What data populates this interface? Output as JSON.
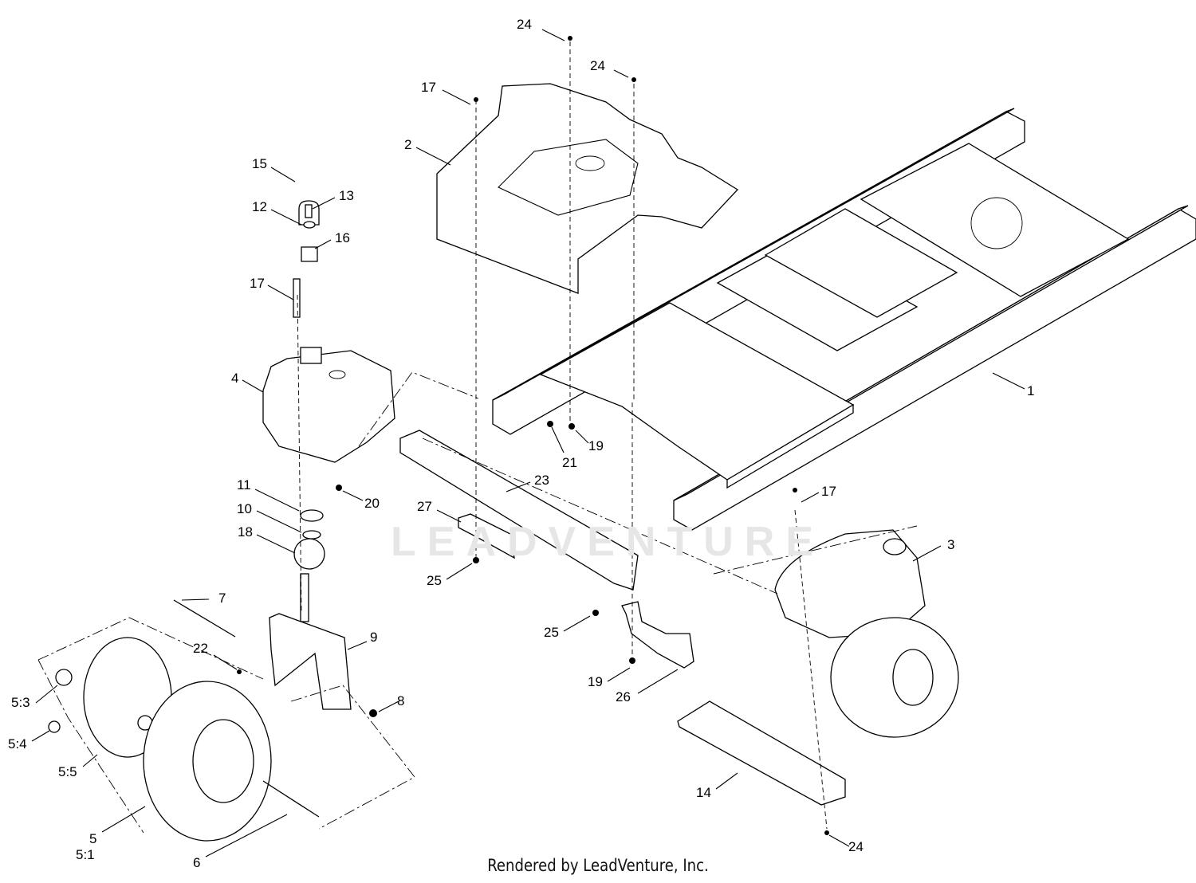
{
  "footer_text": "Rendered by LeadVenture, Inc.",
  "watermark_text": "LEADVENTURE",
  "callouts": [
    {
      "id": "c24a",
      "text": "24"
    },
    {
      "id": "c24b",
      "text": "24"
    },
    {
      "id": "c17a",
      "text": "17"
    },
    {
      "id": "c2",
      "text": "2"
    },
    {
      "id": "c15",
      "text": "15"
    },
    {
      "id": "c13",
      "text": "13"
    },
    {
      "id": "c12",
      "text": "12"
    },
    {
      "id": "c16",
      "text": "16"
    },
    {
      "id": "c17b",
      "text": "17"
    },
    {
      "id": "c4",
      "text": "4"
    },
    {
      "id": "c1",
      "text": "1"
    },
    {
      "id": "c21",
      "text": "21"
    },
    {
      "id": "c19a",
      "text": "19"
    },
    {
      "id": "c20",
      "text": "20"
    },
    {
      "id": "c11",
      "text": "11"
    },
    {
      "id": "c10",
      "text": "10"
    },
    {
      "id": "c18",
      "text": "18"
    },
    {
      "id": "c23",
      "text": "23"
    },
    {
      "id": "c27",
      "text": "27"
    },
    {
      "id": "c25a",
      "text": "25"
    },
    {
      "id": "c17c",
      "text": "17"
    },
    {
      "id": "c3",
      "text": "3"
    },
    {
      "id": "c7",
      "text": "7"
    },
    {
      "id": "c22",
      "text": "22"
    },
    {
      "id": "c9",
      "text": "9"
    },
    {
      "id": "c25b",
      "text": "25"
    },
    {
      "id": "c19b",
      "text": "19"
    },
    {
      "id": "c26",
      "text": "26"
    },
    {
      "id": "c8",
      "text": "8"
    },
    {
      "id": "c53",
      "text": "5:3"
    },
    {
      "id": "c54",
      "text": "5:4"
    },
    {
      "id": "c55",
      "text": "5:5"
    },
    {
      "id": "c5",
      "text": "5"
    },
    {
      "id": "c51",
      "text": "5:1"
    },
    {
      "id": "c6",
      "text": "6"
    },
    {
      "id": "c14",
      "text": "14"
    },
    {
      "id": "c24c",
      "text": "24"
    }
  ]
}
